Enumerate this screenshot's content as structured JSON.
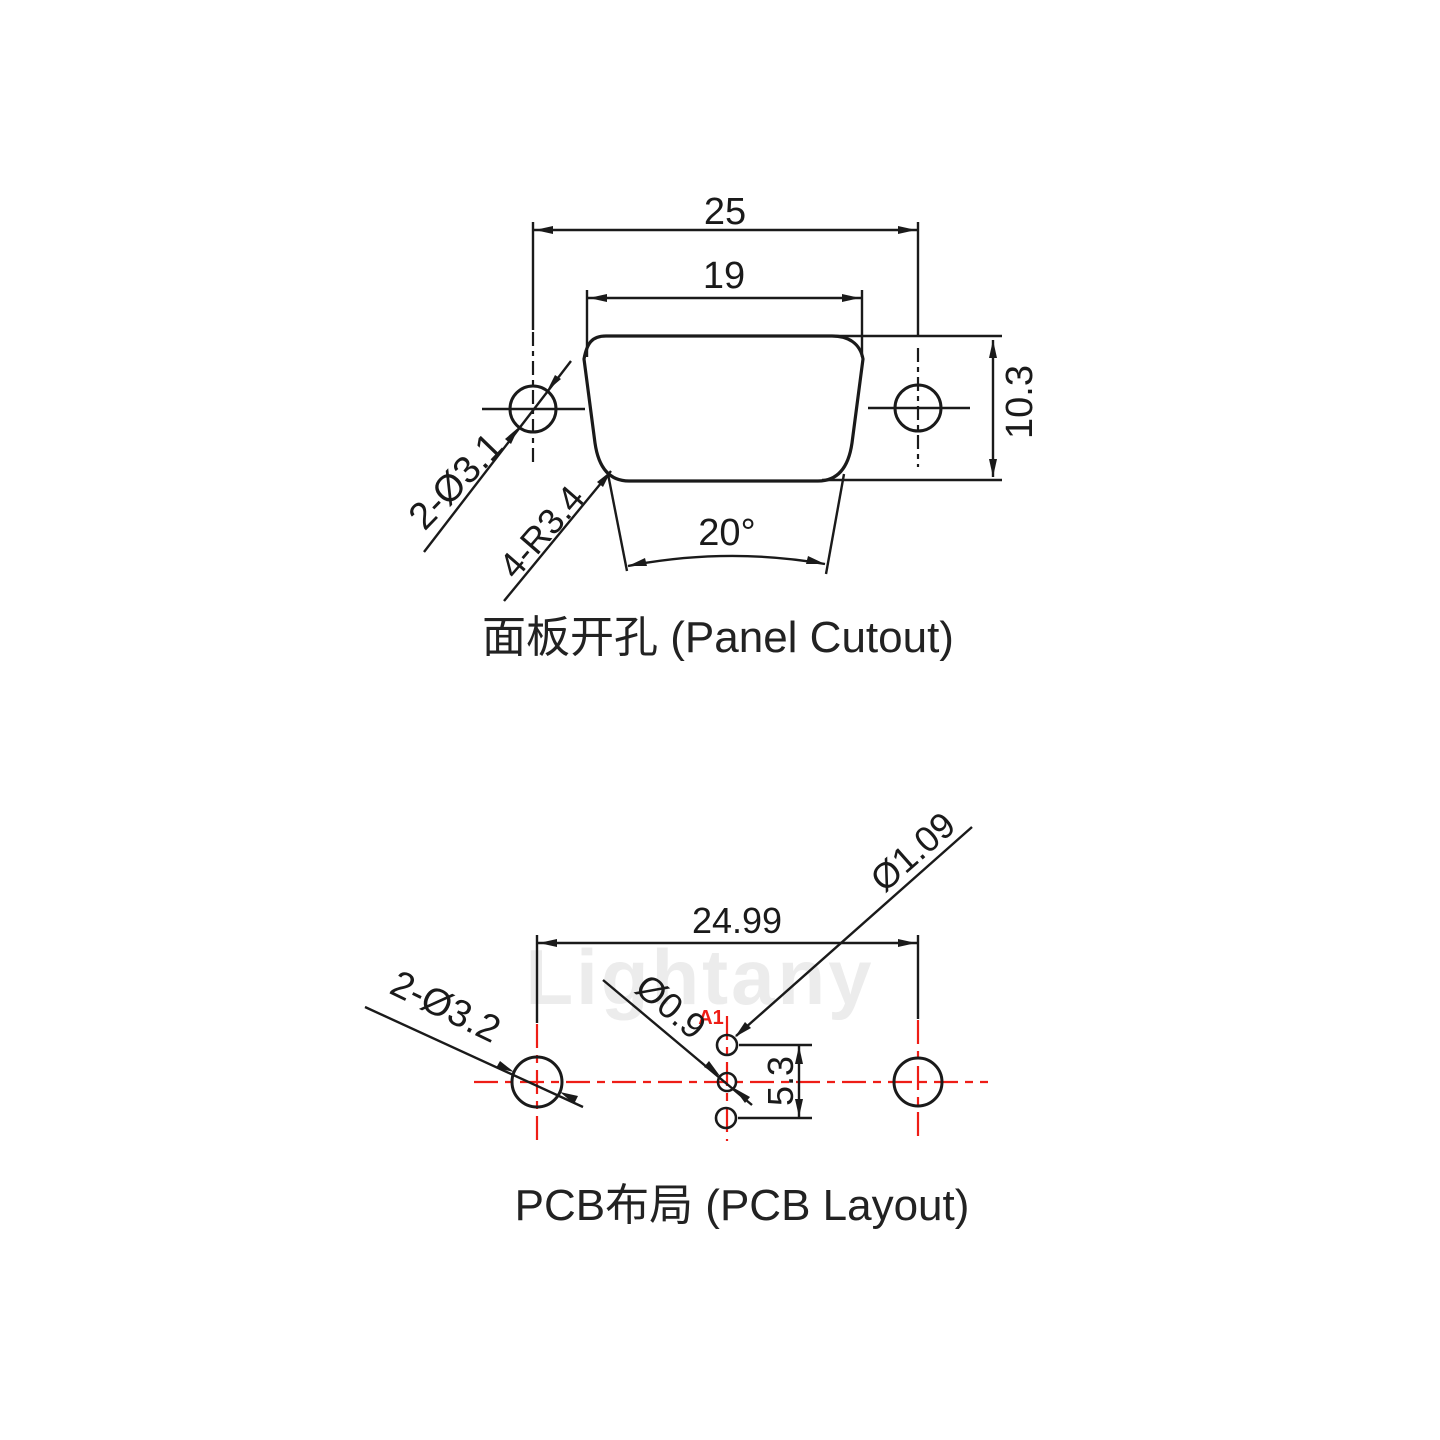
{
  "watermark": {
    "text": "Lightany",
    "color": "#ececec"
  },
  "panel_cutout": {
    "caption": "面板开孔 (Panel Cutout)",
    "dims": {
      "outer_width": "25",
      "inner_width": "19",
      "height": "10.3",
      "taper_angle": "20°"
    },
    "labels": {
      "mounting_holes": "2-Ø3.1",
      "corner_radius": "4-R3.4"
    }
  },
  "pcb_layout": {
    "caption": "PCB布局 (PCB Layout)",
    "dims": {
      "mount_span": "24.99",
      "pin_span": "5.3"
    },
    "labels": {
      "mounting_holes": "2-Ø3.2",
      "pin_hole": "Ø0.9",
      "a1_hole": "Ø1.09",
      "first_pin": "A1"
    }
  },
  "colors": {
    "line": "#1a1a1a",
    "accent_red": "#ee1d16"
  }
}
